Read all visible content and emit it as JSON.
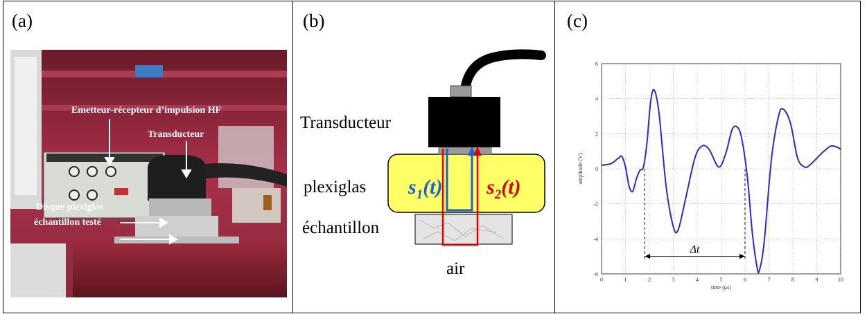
{
  "panels": {
    "a": {
      "label": "(a)",
      "annotations": {
        "emitter": "Emetteur-récepteur d’impulsion HF",
        "transducer": "Transducteur",
        "disk": "Disque plexiglas",
        "sample": "échantillon testé"
      }
    },
    "b": {
      "label": "(b)",
      "labels": {
        "transducer": "Transducteur",
        "plexiglas": "plexiglas",
        "sample": "échantillon",
        "air": "air"
      },
      "signals": {
        "s1_main": "s",
        "s1_sub": "1",
        "s1_arg": "(t)",
        "s2_main": "s",
        "s2_sub": "2",
        "s2_arg": "(t)"
      },
      "colors": {
        "plexiglas_fill": "#ffff66",
        "s1_color": "#1f5fd0",
        "s2_color": "#e00000",
        "transducer_fill": "#000000"
      }
    },
    "c": {
      "label": "(c)",
      "delta_label": "Δt"
    }
  },
  "chart_data": {
    "type": "line",
    "xlabel": "time (μs)",
    "ylabel": "amplitude (V)",
    "xlim": [
      0,
      10
    ],
    "ylim": [
      -6,
      6
    ],
    "x_ticks": [
      0,
      1,
      2,
      3,
      4,
      5,
      6,
      7,
      8,
      9,
      10
    ],
    "y_ticks": [
      -6,
      -4,
      -2,
      0,
      2,
      4,
      6
    ],
    "grid": true,
    "line_color": "#2a2acc",
    "series": [
      {
        "x": [
          0,
          0.4,
          0.7,
          0.85,
          1.0,
          1.15,
          1.3,
          1.45,
          1.6,
          1.75,
          1.9,
          2.05,
          2.2,
          2.4,
          2.7,
          3.0,
          3.2,
          3.5,
          3.9,
          4.2,
          4.5,
          4.9,
          5.2,
          5.45,
          5.65,
          5.85,
          6.1,
          6.3,
          6.5,
          6.6,
          6.8,
          7.1,
          7.4,
          7.6,
          7.9,
          8.2,
          8.5,
          8.7,
          9.0,
          9.3,
          9.6,
          9.9,
          10.0
        ],
        "y": [
          0.2,
          0.3,
          0.6,
          0.7,
          0.1,
          -1.0,
          -1.3,
          -0.6,
          -0.1,
          0.1,
          1.5,
          3.8,
          4.5,
          3.2,
          -1.0,
          -3.3,
          -3.5,
          -1.8,
          0.6,
          1.3,
          1.1,
          0.1,
          0.9,
          2.2,
          2.4,
          1.8,
          -0.5,
          -3.6,
          -5.6,
          -5.8,
          -4.2,
          0.5,
          3.0,
          3.4,
          2.6,
          0.6,
          0.1,
          0.2,
          0.6,
          1.0,
          1.3,
          1.2,
          1.1
        ]
      }
    ],
    "annotations": [
      {
        "text": "Δt",
        "x_from": 1.8,
        "x_to": 6.0,
        "y": -5.0
      }
    ]
  }
}
